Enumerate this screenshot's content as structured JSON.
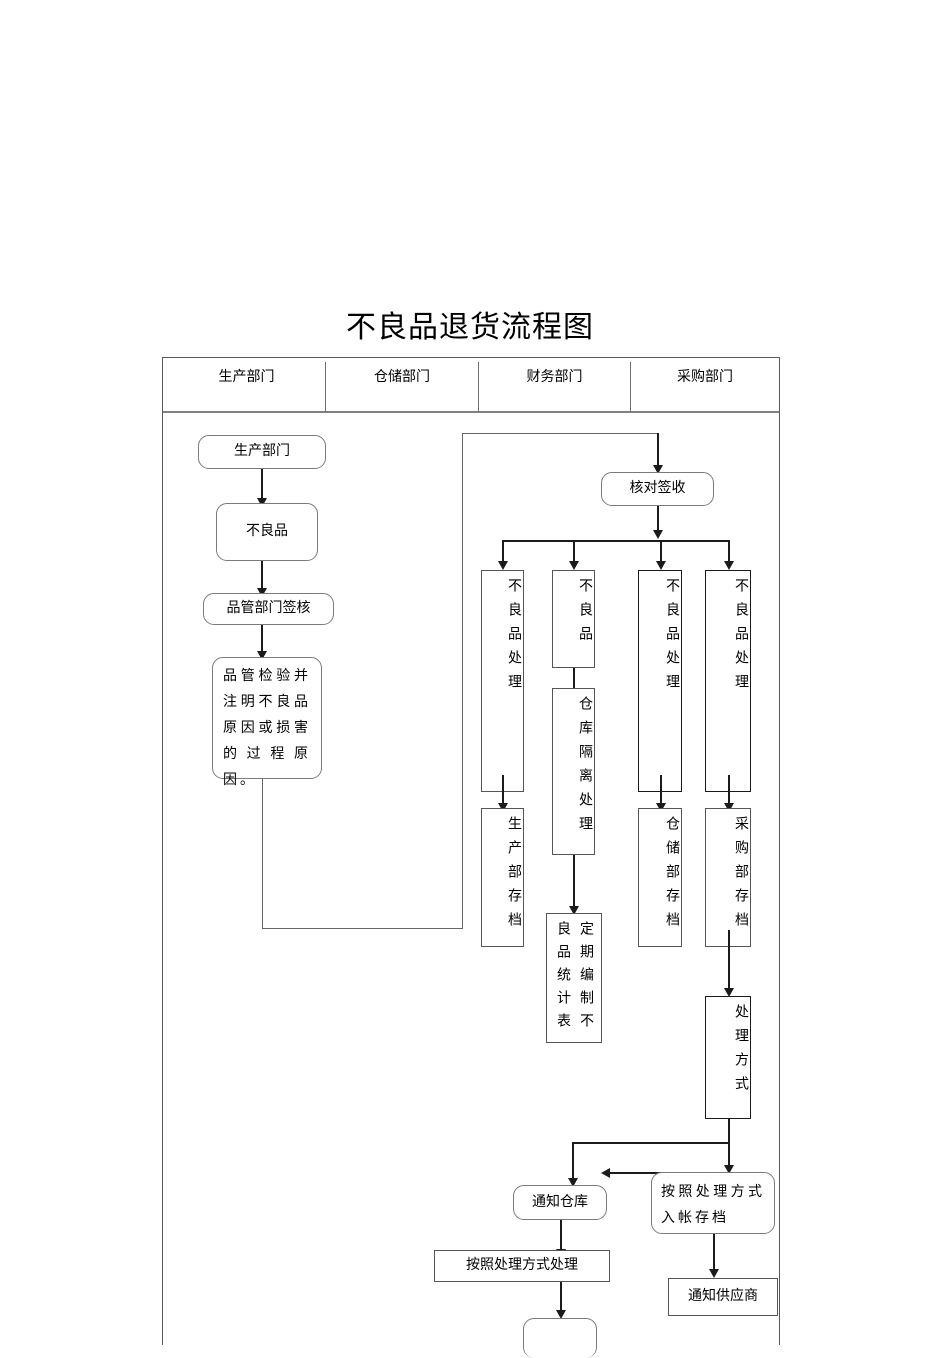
{
  "document": {
    "title": "不良品退货流程图"
  },
  "header": {
    "columns": [
      {
        "label": "生产部门"
      },
      {
        "label": "仓储部门"
      },
      {
        "label": "财务部门"
      },
      {
        "label": "采购部门"
      }
    ]
  },
  "flow": {
    "production_lane": [
      {
        "id": "n1",
        "label": "生产部门",
        "shape": "rounded"
      },
      {
        "id": "n2",
        "label": "不良品",
        "shape": "rounded"
      },
      {
        "id": "n3",
        "label": "品管部门签核",
        "shape": "rounded"
      },
      {
        "id": "n4",
        "label": "品管检验并注明不良品原因或损害的过程原因。",
        "shape": "rounded"
      }
    ],
    "purchasing_lane": [
      {
        "id": "n5",
        "label": "核对签收",
        "shape": "rounded"
      }
    ],
    "branches": [
      {
        "column": 1,
        "nodes": [
          {
            "id": "b1a",
            "label": "不良品处理",
            "shape": "vertical-rect"
          },
          {
            "id": "b1b",
            "label": "生产部存档",
            "shape": "vertical-rect"
          }
        ]
      },
      {
        "column": 2,
        "nodes": [
          {
            "id": "b2a",
            "label": "不良品",
            "shape": "vertical-rect"
          },
          {
            "id": "b2b",
            "label": "仓库隔离处理",
            "shape": "vertical-rect"
          },
          {
            "id": "b2c",
            "label": "定期编制不良品统计表",
            "shape": "vertical-rect-2col"
          }
        ]
      },
      {
        "column": 3,
        "nodes": [
          {
            "id": "b3a",
            "label": "不良品处理",
            "shape": "vertical-rect"
          },
          {
            "id": "b3b",
            "label": "仓储部存档",
            "shape": "vertical-rect"
          }
        ]
      },
      {
        "column": 4,
        "nodes": [
          {
            "id": "b4a",
            "label": "不良品处理",
            "shape": "vertical-rect"
          },
          {
            "id": "b4b",
            "label": "采购部存档",
            "shape": "vertical-rect"
          },
          {
            "id": "b4c",
            "label": "处理方式",
            "shape": "vertical-rect"
          }
        ]
      }
    ],
    "bottom": [
      {
        "id": "t1",
        "label": "通知仓库",
        "shape": "rounded"
      },
      {
        "id": "t2",
        "label": "按照处理方式处理",
        "shape": "rect"
      },
      {
        "id": "t3",
        "label": "",
        "shape": "rounded-clipped"
      },
      {
        "id": "t4",
        "label": "按照处理方式入帐存档",
        "shape": "rounded"
      },
      {
        "id": "t5",
        "label": "通知供应商",
        "shape": "rect"
      }
    ]
  },
  "colors": {
    "line": "#1b1b1b",
    "border": "#7a7a7a",
    "header_rule": "#808080",
    "background": "#ffffff"
  }
}
